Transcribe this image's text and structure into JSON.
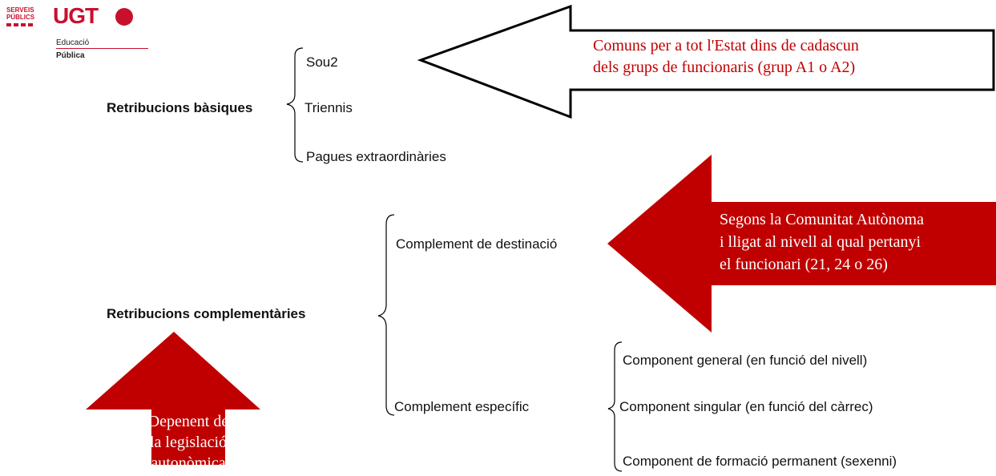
{
  "logo": {
    "serveis": "SERVEIS",
    "publics": "PÚBLICS",
    "ugt": "UGT",
    "educacio": "Educació",
    "publica": "Pública"
  },
  "basic": {
    "title": "Retribucions bàsiques",
    "items": [
      "Sou2",
      "Triennis",
      "Pagues extraordinàries"
    ],
    "note": [
      "Comuns per a tot l'Estat dins de cadascun",
      "dels grups de funcionaris (grup A1 o A2)"
    ]
  },
  "complementary": {
    "title": "Retribucions complementàries",
    "destination": {
      "label": "Complement de destinació",
      "note": [
        "Segons la Comunitat Autònoma",
        "i lligat al nivell al qual pertanyi",
        "el funcionari (21, 24 o 26)"
      ]
    },
    "specific": {
      "label": "Complement específic",
      "components": [
        "Component general (en funció del nivell)",
        "Component singular (en funció del càrrec)",
        "Component de formació permanent (sexenni)"
      ]
    }
  },
  "up_arrow_note": [
    "Depenent de",
    "la legislació",
    "autonòmica"
  ],
  "colors": {
    "accent": "#c00000",
    "logo_red": "#c8102e",
    "note_text_on_white": "#c00000",
    "note_text_on_red": "#ffffff"
  }
}
